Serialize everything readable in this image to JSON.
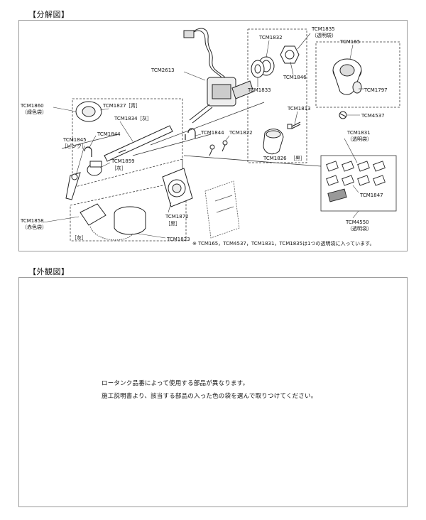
{
  "sections": {
    "exploded_title": "【分解図】",
    "external_title": "【外観図】"
  },
  "parts": {
    "tcm2613": "TCM2613",
    "tcm1835": "TCM1835",
    "tcm1835_bag": "（透明袋）",
    "tcm1832": "TCM1832",
    "tcm1846": "TCM1846",
    "tcm1833": "TCM1833",
    "tcm165": "TCM165",
    "tcm1797": "TCM1797",
    "tcm4537": "TCM4537",
    "tcm1813": "TCM1813",
    "tcm1831": "TCM1831",
    "tcm1831_bag": "（透明袋）",
    "tcm1860": "TCM1860",
    "tcm1860_bag": "（緑色袋）",
    "tcm1827": "TCM1827",
    "tcm1827_color": "［青］",
    "tcm1834": "TCM1834",
    "tcm1834_color": "［灰］",
    "tcm1844a": "TCM1844",
    "tcm1844b": "TCM1844",
    "tcm1845": "TCM1845",
    "tcm1845_color": "［ピンク］",
    "tcm1859": "TCM1859",
    "tcm1859_color": "［灰］",
    "tcm1822": "TCM1822",
    "tcm1826": "TCM1826",
    "tcm1826_color": "［黒］",
    "tcm1847": "TCM1847",
    "tcm4550": "TCM4550",
    "tcm4550_bag": "（透明袋）",
    "tcm1858": "TCM1858",
    "tcm1858_bag": "（赤色袋）",
    "tcm1858_color": "［灰］",
    "tcm1872": "TCM1872",
    "tcm1872_color": "［黒］",
    "tcm1823": "TCM1823"
  },
  "note": "※ TCM165，TCM4537，TCM1831，TCM1835は1つの透明袋に入っています。",
  "external_text": {
    "line1": "ロータンク品番によって使用する部品が異なります。",
    "line2": "施工説明書より、該当する部品の入った色の袋を選んで取りつけてください。"
  }
}
